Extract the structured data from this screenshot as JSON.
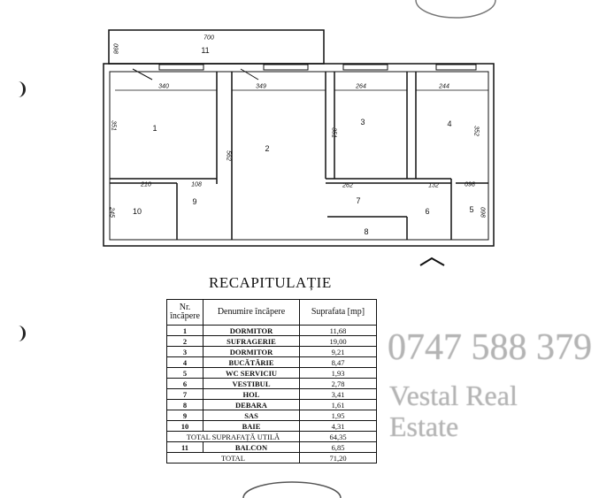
{
  "watermark": {
    "line1": "Vestal Real Estate",
    "line2": "0747 588 379"
  },
  "plan": {
    "rooms": [
      {
        "n": "1"
      },
      {
        "n": "2"
      },
      {
        "n": "3"
      },
      {
        "n": "4"
      },
      {
        "n": "5"
      },
      {
        "n": "6"
      },
      {
        "n": "7"
      },
      {
        "n": "8"
      },
      {
        "n": "9"
      },
      {
        "n": "10"
      },
      {
        "n": "11"
      }
    ],
    "dims": [
      "700",
      "098",
      "340",
      "349",
      "264",
      "244",
      "351",
      "562",
      "351",
      "352",
      "210",
      "108",
      "262",
      "132",
      "098",
      "245",
      "098"
    ]
  },
  "title": "RECAPITULAȚIE",
  "table": {
    "headers": [
      "Nr. încăpere",
      "Denumire încăpere",
      "Suprafata [mp]"
    ],
    "rows": [
      [
        "1",
        "DORMITOR",
        "11,68"
      ],
      [
        "2",
        "SUFRAGERIE",
        "19,00"
      ],
      [
        "3",
        "DORMITOR",
        "9,21"
      ],
      [
        "4",
        "BUCĂTĂRIE",
        "8,47"
      ],
      [
        "5",
        "WC SERVICIU",
        "1,93"
      ],
      [
        "6",
        "VESTIBUL",
        "2,78"
      ],
      [
        "7",
        "HOL",
        "3,41"
      ],
      [
        "8",
        "DEBARA",
        "1,61"
      ],
      [
        "9",
        "SAS",
        "1,95"
      ],
      [
        "10",
        "BAIE",
        "4,31"
      ]
    ],
    "subtotal": {
      "label": "TOTAL SUPRAFAȚĂ UTILĂ",
      "value": "64,35"
    },
    "balcony": [
      "11",
      "BALCON",
      "6,85"
    ],
    "total": {
      "label": "TOTAL",
      "value": "71,20"
    }
  }
}
